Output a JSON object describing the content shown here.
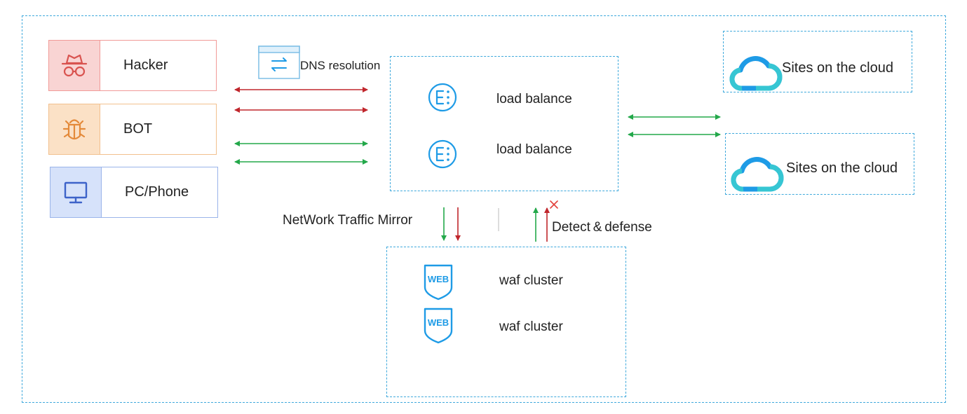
{
  "actors": [
    {
      "label": "Hacker",
      "icon": "hacker-icon",
      "border": "#f19a98",
      "fill": "#f9d4d3",
      "icon_color": "#d9534f"
    },
    {
      "label": "BOT",
      "icon": "bug-icon",
      "border": "#f2c08e",
      "fill": "#fbe1c6",
      "icon_color": "#e48a3a"
    },
    {
      "label": "PC/Phone",
      "icon": "monitor-icon",
      "border": "#9ab4ea",
      "fill": "#d6e2fa",
      "icon_color": "#3d63c9"
    }
  ],
  "dns": {
    "label": "DNS resolution",
    "icon": "sync-icon"
  },
  "load_balancers": [
    {
      "label": "load balance",
      "icon": "load-balancer-icon"
    },
    {
      "label": "load balance",
      "icon": "load-balancer-icon"
    }
  ],
  "sites": [
    {
      "label": "Sites on the cloud",
      "icon": "cloud-icon"
    },
    {
      "label": "Sites on the cloud",
      "icon": "cloud-icon"
    }
  ],
  "mirror_label": "NetWork Traffic Mirror",
  "detect_label": "Detect & defense",
  "waf": [
    {
      "label": "waf cluster",
      "icon": "web-shield-icon",
      "badge": "WEB"
    },
    {
      "label": "waf cluster",
      "icon": "web-shield-icon",
      "badge": "WEB"
    }
  ],
  "colors": {
    "dashed_border": "#3fa9dc",
    "malicious_arrow": "#c0262c",
    "normal_arrow": "#23a84a",
    "icon_blue": "#1e9be6",
    "block_x": "#e2403a"
  }
}
